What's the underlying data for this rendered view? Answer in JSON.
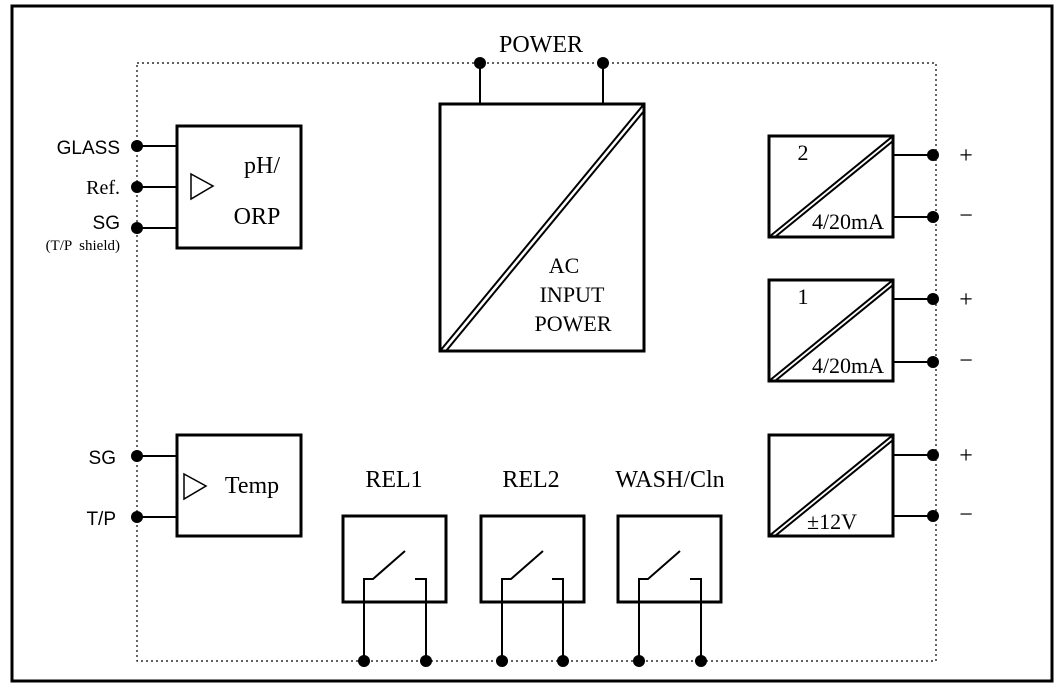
{
  "power": {
    "label": "POWER"
  },
  "ac_block": {
    "line1": "AC",
    "line2": "INPUT",
    "line3": "POWER"
  },
  "ph_block": {
    "line1": "pH/",
    "line2": "ORP"
  },
  "ph_terminals": {
    "glass": "GLASS",
    "ref": "Ref.",
    "sg": "SG",
    "sg_note": "(T/P  shield)"
  },
  "temp_block": {
    "label": "Temp"
  },
  "temp_terminals": {
    "sg": "SG",
    "tp": "T/P"
  },
  "relays": [
    {
      "label": "REL1"
    },
    {
      "label": "REL2"
    },
    {
      "label": "WASH/Cln"
    }
  ],
  "outputs": [
    {
      "number": "2",
      "label": "4/20mA",
      "plus": "+",
      "minus": "−"
    },
    {
      "number": "1",
      "label": "4/20mA",
      "plus": "+",
      "minus": "−"
    },
    {
      "number": "",
      "label": "±12V",
      "plus": "+",
      "minus": "−"
    }
  ]
}
